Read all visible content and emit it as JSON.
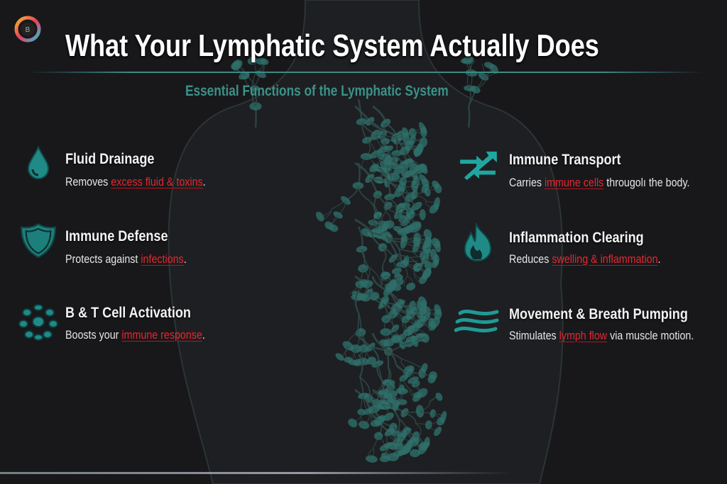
{
  "header": {
    "title": "What Your Lymphatic System Actually Does",
    "subtitle": "Essential Functions of the Lymphatic System"
  },
  "colors": {
    "background": "#18181b",
    "accent": "#2a8f8a",
    "highlight": "#e8262e"
  },
  "left_items": [
    {
      "icon": "water-drop-icon",
      "title": "Fluid Drainage",
      "pre": "Removes ",
      "hl": "excess fluid & toxins",
      "post": "."
    },
    {
      "icon": "shield-icon",
      "title": "Immune Defense",
      "pre": "Protects against ",
      "hl": "infections",
      "post": "."
    },
    {
      "icon": "cells-icon",
      "title": "B & T Cell Activation",
      "pre": "Boosts your ",
      "hl": "immune response",
      "post": "."
    }
  ],
  "right_items": [
    {
      "icon": "transport-arrows-icon",
      "title": "Immune Transport",
      "pre": "Carries ",
      "hl": "immune cells",
      "post": " througolı the body."
    },
    {
      "icon": "flame-icon",
      "title": "Inflammation Clearing",
      "pre": "Reduces ",
      "hl": "swelling & inflammation",
      "post": "."
    },
    {
      "icon": "waves-icon",
      "title": "Movement & Breath Pumping",
      "pre": "Stimulates ",
      "hl": "lymph flow",
      "post": " via muscle motion."
    }
  ]
}
